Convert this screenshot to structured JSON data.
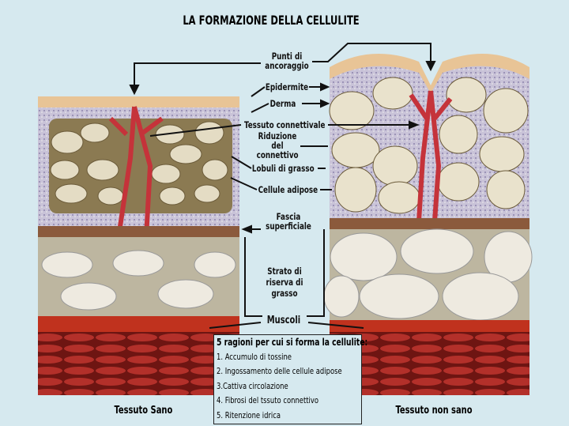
{
  "title": "LA FORMAZIONE DELLA CELLULITE",
  "labels": {
    "anchor": "Punti di ancoraggio",
    "epidermis": "Epidermite",
    "dermis": "Derma",
    "connective": "Tessuto connettivale",
    "reduction": "Riduzione del connettivo",
    "lobules": "Lobuli di grasso",
    "adipose": "Cellule adipose",
    "fascia": "Fascia superficiale",
    "reserve": "Strato di riserva di  grasso",
    "muscles": "Muscoli"
  },
  "reasons": {
    "heading": "5 ragioni per cui si forma la cellulite:",
    "items": [
      "1. Accumulo di tossine",
      "2. Ingossamento delle cellule adipose",
      "3.Cattiva circolazione",
      "4. Fibrosi del tssuto connettivo",
      "5. Ritenzione idrica"
    ]
  },
  "captions": {
    "left": "Tessuto Sano",
    "right": "Tessuto non sano"
  }
}
